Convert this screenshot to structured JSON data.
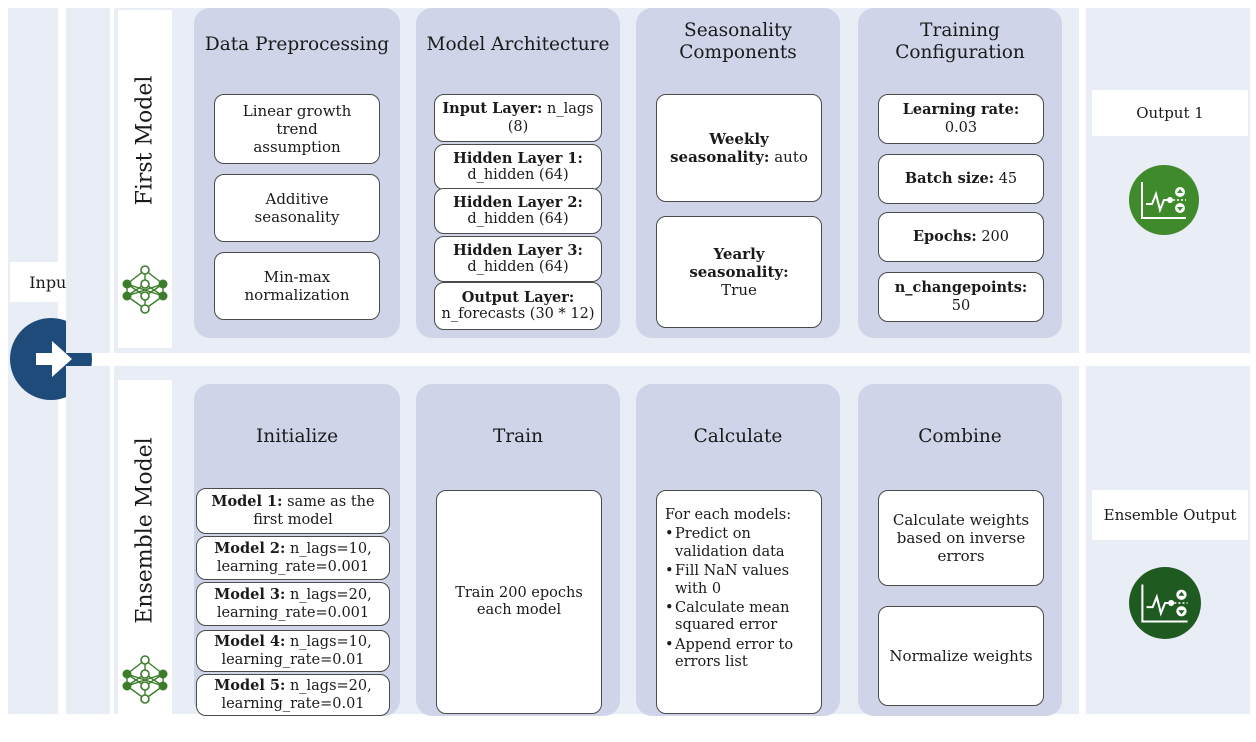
{
  "input_label": "Input",
  "first_model": {
    "label": "First Model",
    "panels": [
      {
        "title": "Data Preprocessing",
        "cards": [
          {
            "text": "Linear growth trend assumption"
          },
          {
            "text": "Additive seasonality"
          },
          {
            "text": "Min-max normalization"
          }
        ]
      },
      {
        "title": "Model Architecture",
        "cards": [
          {
            "bold": "Input Layer:",
            "text": "n_lags (8)"
          },
          {
            "bold": "Hidden Layer 1:",
            "text": "d_hidden (64)"
          },
          {
            "bold": "Hidden Layer 2:",
            "text": "d_hidden (64)"
          },
          {
            "bold": "Hidden Layer 3:",
            "text": "d_hidden (64)"
          },
          {
            "bold": "Output Layer:",
            "text": "n_forecasts (30 * 12)"
          }
        ]
      },
      {
        "title_line1": "Seasonality",
        "title_line2": "Components",
        "cards": [
          {
            "bold": "Weekly",
            "bold2": "seasonality:",
            "text": "auto"
          },
          {
            "bold": "Yearly seasonality:",
            "text": "True"
          }
        ]
      },
      {
        "title_line1": "Training",
        "title_line2": "Configuration",
        "cards": [
          {
            "bold": "Learning rate:",
            "text": "0.03"
          },
          {
            "bold": "Batch size:",
            "text": "45"
          },
          {
            "bold": "Epochs:",
            "text": "200"
          },
          {
            "bold": "n_changepoints:",
            "text": "50"
          }
        ]
      }
    ],
    "output_label": "Output 1"
  },
  "ensemble_model": {
    "label": "Ensemble Model",
    "panels": [
      {
        "title": "Initialize",
        "cards": [
          {
            "bold": "Model 1:",
            "text1": "same as the",
            "text2": "first model"
          },
          {
            "bold": "Model 2:",
            "text1": "n_lags=10,",
            "text2": "learning_rate=0.001"
          },
          {
            "bold": "Model 3:",
            "text1": "n_lags=20,",
            "text2": "learning_rate=0.001"
          },
          {
            "bold": "Model 4:",
            "text1": "n_lags=10,",
            "text2": "learning_rate=0.01"
          },
          {
            "bold": "Model 5:",
            "text1": "n_lags=20,",
            "text2": "learning_rate=0.01"
          }
        ]
      },
      {
        "title": "Train",
        "cards": [
          {
            "line1": "Train 200 epochs",
            "line2": "each model"
          }
        ]
      },
      {
        "title": "Calculate",
        "intro": "For each models:",
        "bullets": [
          {
            "l1": "Predict on",
            "l2": "validation data"
          },
          {
            "l1": "Fill NaN values",
            "l2": "with 0"
          },
          {
            "l1": "Calculate mean",
            "l2": "squared error"
          },
          {
            "l1": "Append error to",
            "l2": "errors list"
          }
        ],
        "bullet_char": "•"
      },
      {
        "title": "Combine",
        "cards": [
          {
            "line1": "Calculate weights",
            "line2": "based on inverse",
            "line3": "errors"
          },
          {
            "text": "Normalize weights"
          }
        ]
      }
    ],
    "output_label": "Ensemble Output"
  },
  "icons": {
    "input": "arrow-right-circle-icon",
    "network": "neural-network-icon",
    "output": "line-chart-circle-icon"
  },
  "colors": {
    "strip": "#e8edf6",
    "panel": "#cfd4e8",
    "input_circle": "#1e4b7a",
    "output1_circle": "#3f8a2b",
    "ensemble_circle": "#1f5a20",
    "network_green": "#3b7d2a"
  }
}
